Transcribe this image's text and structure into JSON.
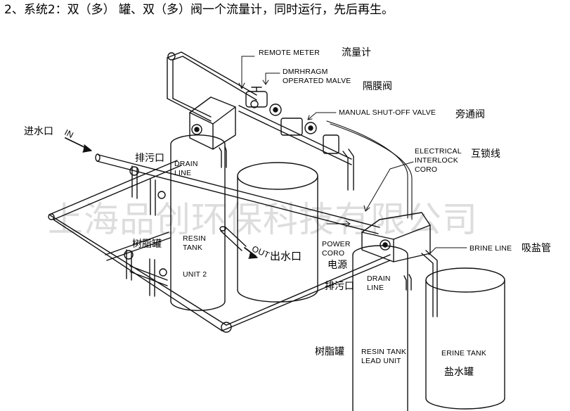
{
  "header": "2、系统2：双（多） 罐、双（多）阀一个流量计，同时运行，先后再生。",
  "watermark": "上海品创环保科技有限公司",
  "labels": {
    "remote_meter": "REMOTE METER",
    "remote_meter_cn": "流量计",
    "diaphragm_valve_1": "DMRHRAGM",
    "diaphragm_valve_2": "OPERATED MALVE",
    "diaphragm_valve_cn": "隔膜阀",
    "manual_valve": "MANUAL SHUT-OFF VALVE",
    "manual_valve_cn": "旁通阀",
    "interlock_1": "ELECTRICAL",
    "interlock_2": "INTERLOCK",
    "interlock_3": "CORO",
    "interlock_cn": "互锁线",
    "inlet_cn": "进水口",
    "inlet_en": "IN",
    "drain_left_cn": "排污口",
    "drain_line_1": "DRAIN",
    "drain_line_2": "LINE",
    "resin_left_cn": "树脂罐",
    "resin_tank_1": "RESIN",
    "resin_tank_2": "TANK",
    "unit_2": "UNIT 2",
    "out_en": "OUT",
    "outlet_cn": "出水口",
    "power_1": "POWER",
    "power_2": "CORO",
    "power_cn": "电源",
    "drain_right_cn": "排污口",
    "drain_line_r1": "DRAIN",
    "drain_line_r2": "LINE",
    "brine_line": "BRINE LINE",
    "brine_line_cn": "吸盐管",
    "resin_right_cn": "树脂罐",
    "resin_lead_1": "RESIN TANK",
    "resin_lead_2": "LEAD UNIT",
    "brine_tank": "ERINE TANK",
    "brine_tank_cn": "盐水罐"
  }
}
